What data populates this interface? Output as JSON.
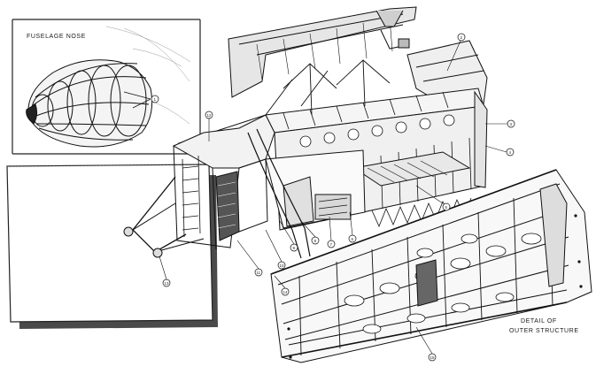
{
  "inset": {
    "title": "FUSELAGE NOSE",
    "callouts": [
      "1"
    ]
  },
  "main": {
    "callouts": [
      "2",
      "3",
      "4",
      "5",
      "6",
      "7",
      "8",
      "9",
      "10",
      "11",
      "12",
      "13",
      "14",
      "15"
    ],
    "detail_caption_line1": "DETAIL OF",
    "detail_caption_line2": "OUTER STRUCTURE"
  }
}
